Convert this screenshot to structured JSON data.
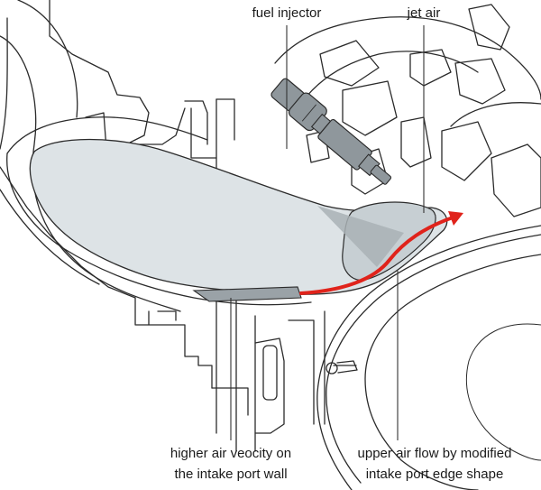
{
  "labels": {
    "fuel_injector": "fuel injector",
    "jet_air": "jet air",
    "higher_air_line1": "higher air veocity on",
    "higher_air_line2": "the intake port wall",
    "upper_air_line1": "upper air flow by modified",
    "upper_air_line2": "intake port edge shape"
  },
  "colors": {
    "background": "#ffffff",
    "outline": "#2b2b2b",
    "port_fill": "#dde3e6",
    "injector_body": "#8f979c",
    "spray": "#a9b1b5",
    "flow_arrow": "#e0231b"
  }
}
